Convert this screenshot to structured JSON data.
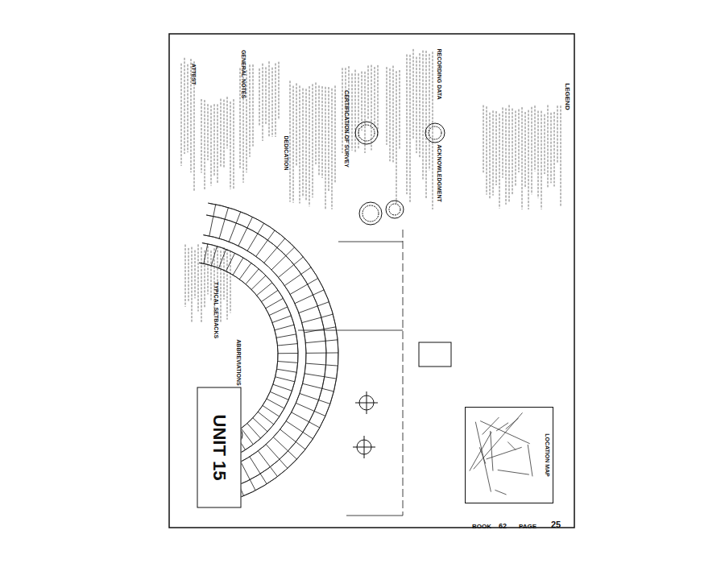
{
  "diagram": {
    "nodes": [
      {
        "text": [
          "UNIT 15"
        ]
      },
      {
        "text": [
          "LOCATION MAP"
        ]
      }
    ],
    "labels": [
      "GENERAL NOTES",
      "LEGEND",
      "RECORDING DATA",
      "ACKNOWLEDGMENT",
      "CERTIFICATION OF SURVEY",
      "DEDICATION",
      "ATTEST",
      "TYPICAL SETBACKS",
      "ABBREVIATIONS",
      "BOOK",
      "62",
      "PAGE",
      "25"
    ]
  }
}
